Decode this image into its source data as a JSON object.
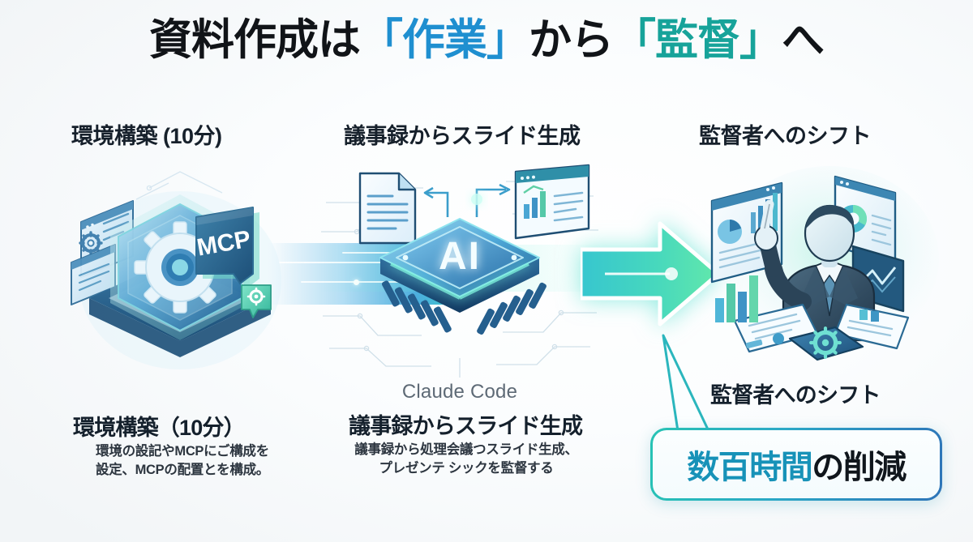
{
  "title": {
    "part1": "資料作成は",
    "quote_open_1": "「",
    "highlight_blue": "作業",
    "quote_close_1": "」",
    "part2": "から",
    "quote_open_2": "「",
    "highlight_teal": "監督",
    "quote_close_2": "」",
    "part3": "へ"
  },
  "columns": [
    {
      "header": "環境構築 (10分)",
      "caption_title": "環境構築（10分）",
      "caption_body_line1": "環境の設記やMCPにご構成を",
      "caption_body_line2": "設定、MCPの配置とを構成。",
      "illustration": {
        "name": "mcp-setup-illustration",
        "badge_label": "MCP"
      }
    },
    {
      "header": "議事録からスライド生成",
      "sublabel": "Claude Code",
      "caption_title": "議事録からスライド生成",
      "caption_body_line1": "議事録から処理会議つスライド生成、",
      "caption_body_line2": "プレゼンテ シックを監督する",
      "illustration": {
        "name": "ai-chip-illustration",
        "chip_label": "AI"
      }
    },
    {
      "header": "監督者へのシフト",
      "caption_title": "監督者へのシフト",
      "illustration": {
        "name": "supervisor-dashboard-illustration"
      }
    }
  ],
  "callout": {
    "highlight": "数百時間",
    "rest": "の削減"
  },
  "colors": {
    "title_blue": "#1f8fd0",
    "title_teal": "#17a39a",
    "callout_highlight": "#1792b8",
    "arrow_start": "#3fd0c0",
    "arrow_end": "#5ce0b4",
    "band_blue": "#2da0d7",
    "ink": "#14202c",
    "body_text": "#2d3640",
    "sublabel_gray": "#5e6a76",
    "background": "#f6f8fa"
  }
}
